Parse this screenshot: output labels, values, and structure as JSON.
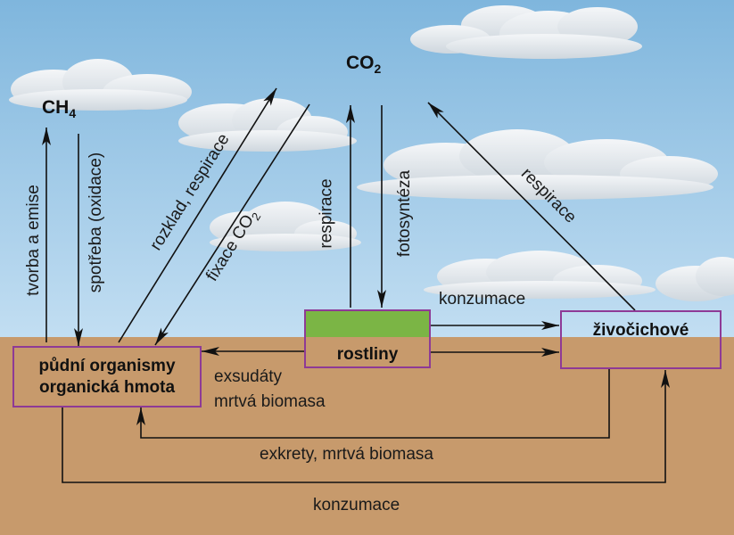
{
  "gases": {
    "ch4": {
      "base": "CH",
      "sub": "4"
    },
    "co2": {
      "base": "CO",
      "sub": "2"
    }
  },
  "boxes": {
    "soil_line1": "půdní organismy",
    "soil_line2": "organická hmota",
    "plants": "rostliny",
    "animals": "živočichové"
  },
  "flows": {
    "ch4_emission": "tvorba a emise",
    "ch4_oxidation": "spotřeba (oxidace)",
    "decomposition": "rozklad, respirace",
    "co2_fixation_base": "fixace CO",
    "co2_fixation_sub": "2",
    "plant_respiration": "respirace",
    "photosynthesis": "fotosyntéza",
    "animal_respiration": "respirace",
    "consumption_top": "konzumace",
    "exudates": "exsudáty",
    "dead_biomass": "mrtvá biomasa",
    "excretes": "exkrety, mrtvá biomasa",
    "consumption_bottom": "konzumace"
  },
  "colors": {
    "sky_top": "#7fb6dd",
    "sky_bottom": "#c2def2",
    "soil": "#c79a6c",
    "box_border": "#8e3a96",
    "plant_green": "#7bb545",
    "arrow": "#111111"
  }
}
